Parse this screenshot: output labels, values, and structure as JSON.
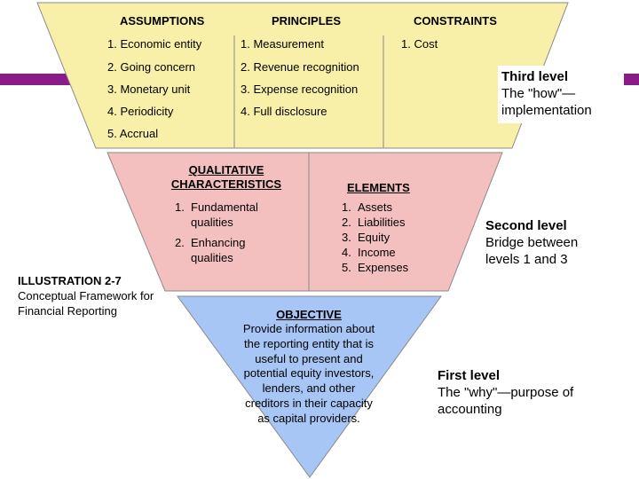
{
  "level3": {
    "headers": [
      "ASSUMPTIONS",
      "PRINCIPLES",
      "CONSTRAINTS"
    ],
    "assumptions": [
      "1. Economic entity",
      "2. Going concern",
      "3. Monetary unit",
      "4. Periodicity",
      "5. Accrual"
    ],
    "principles": [
      "1. Measurement",
      "2. Revenue recognition",
      "3. Expense recognition",
      "4. Full disclosure"
    ],
    "constraints": [
      "1. Cost"
    ],
    "side_title": "Third level",
    "side_desc": "The \"how\"—implementation",
    "fill_color": "#f8f0a8"
  },
  "level2": {
    "qualitative_header_line1": "QUALITATIVE",
    "qualitative_header_line2": "CHARACTERISTICS",
    "qualitative_items": [
      {
        "num": "1.",
        "text": "Fundamental qualities"
      },
      {
        "num": "2.",
        "text": "Enhancing qualities"
      }
    ],
    "elements_header": "ELEMENTS",
    "elements_items": [
      {
        "num": "1.",
        "text": "Assets"
      },
      {
        "num": "2.",
        "text": "Liabilities"
      },
      {
        "num": "3.",
        "text": "Equity"
      },
      {
        "num": "4.",
        "text": "Income"
      },
      {
        "num": "5.",
        "text": "Expenses"
      }
    ],
    "side_title": "Second level",
    "side_desc": "Bridge between levels 1 and 3",
    "fill_color": "#f4bfbf"
  },
  "level1": {
    "objective_header": "OBJECTIVE",
    "objective_text": "Provide information about the reporting entity that is useful to present and potential equity investors, lenders, and other creditors in their capacity as capital providers.",
    "side_title": "First level",
    "side_desc": "The \"why\"—purpose of accounting",
    "fill_color": "#a7c5f5"
  },
  "illustration": {
    "label": "ILLUSTRATION 2-7",
    "caption": "Conceptual Framework for Financial Reporting"
  },
  "accent_color": "#8b1a8b"
}
